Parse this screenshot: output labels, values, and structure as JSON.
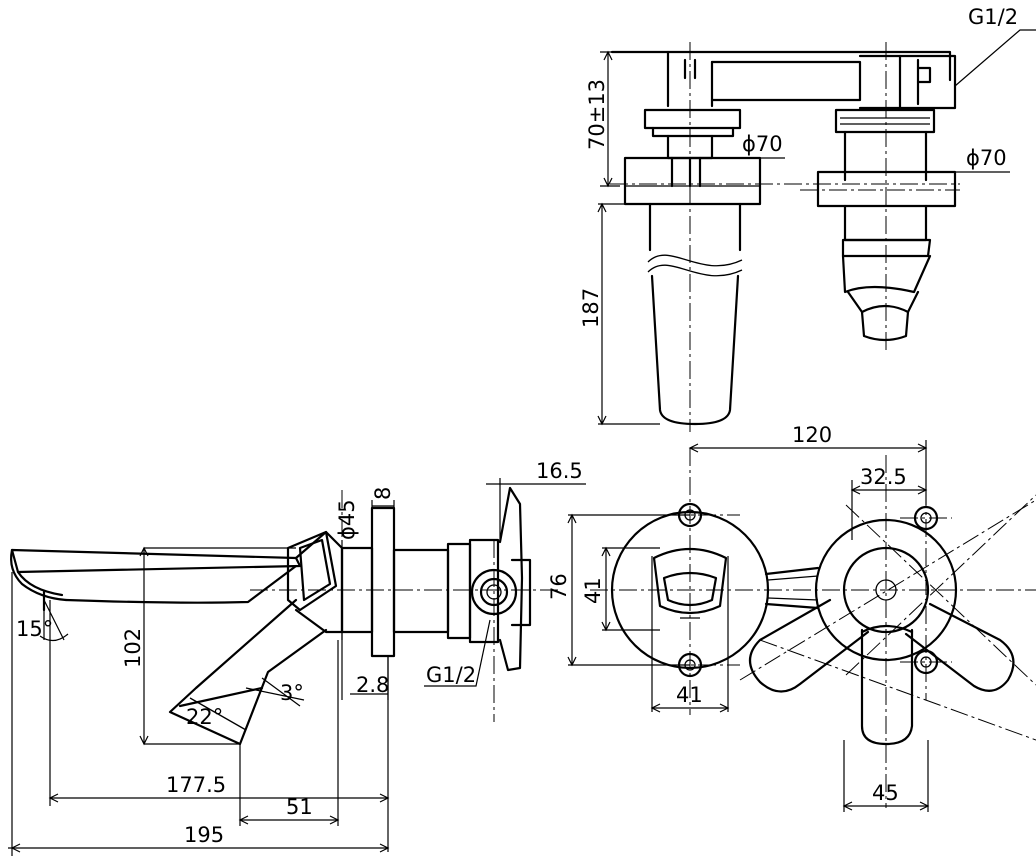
{
  "dimensions": {
    "g12_top": "G1/2",
    "d70_left": "ϕ70",
    "d70_right": "ϕ70",
    "h70": "70±13",
    "h187": "187",
    "w120": "120",
    "w325": "32.5",
    "h76": "76",
    "h41": "41",
    "w41": "41",
    "w45": "45",
    "w165": "16.5",
    "w8": "8",
    "d45": "ϕ45",
    "g12_side": "G1/2",
    "w28": "2.8",
    "h102": "102",
    "a15": "15°",
    "a22": "22°",
    "a3": "3°",
    "w1775": "177.5",
    "w51": "51",
    "w195": "195"
  }
}
